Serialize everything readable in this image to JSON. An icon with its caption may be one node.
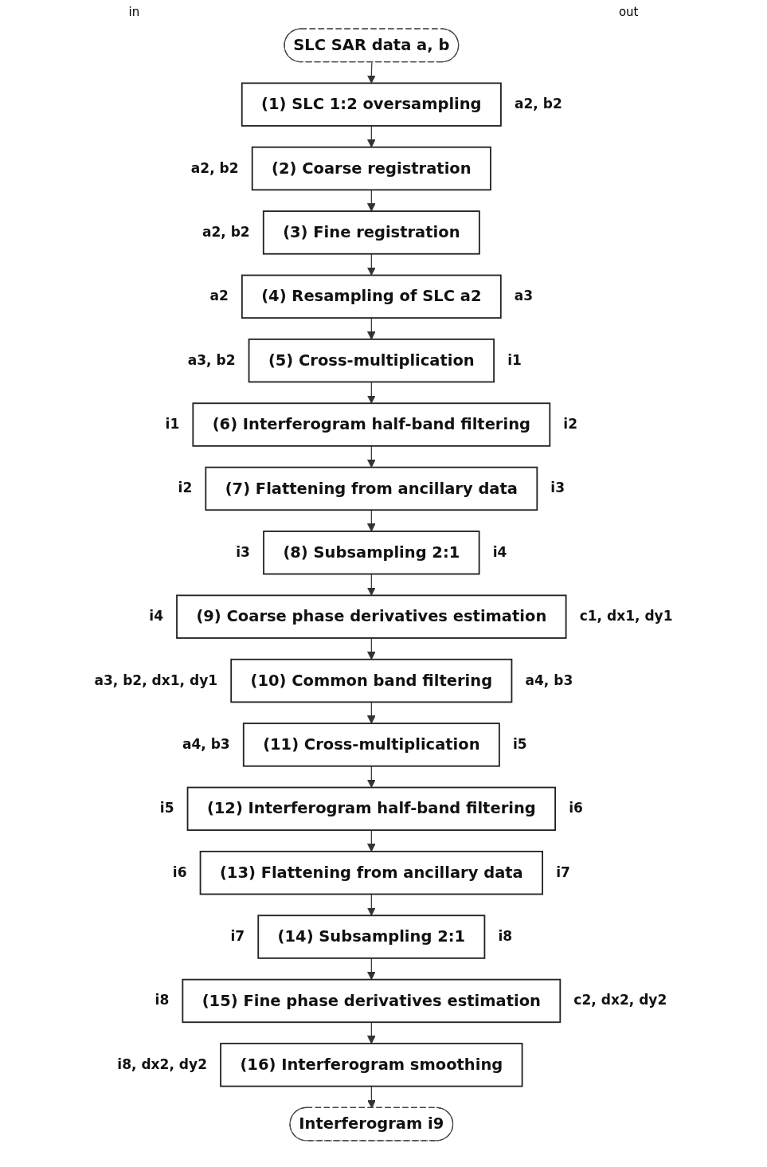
{
  "diagram": {
    "nodes": [
      {
        "text": [
          "SLC SAR data a, b"
        ]
      },
      {
        "text": [
          "(1) SLC 1:2 oversampling"
        ],
        "beside": [
          "a2, b2"
        ]
      },
      {
        "text": [
          "(2) Coarse registration"
        ],
        "beside": [
          "a2, b2"
        ]
      },
      {
        "text": [
          "(3) Fine registration"
        ],
        "beside": [
          "a2, b2"
        ]
      },
      {
        "text": [
          "(4) Resampling of SLC a2"
        ],
        "beside": [
          "a2",
          "a3"
        ]
      },
      {
        "text": [
          "(5) Cross-multiplication"
        ],
        "beside": [
          "a3, b2",
          "i1"
        ]
      },
      {
        "text": [
          "(6) Interferogram half-band filtering"
        ],
        "beside": [
          "i1",
          "i2"
        ]
      },
      {
        "text": [
          "(7) Flattening from ancillary data"
        ],
        "beside": [
          "i2",
          "i3"
        ]
      },
      {
        "text": [
          "(8) Subsampling 2:1"
        ],
        "beside": [
          "i3",
          "i4"
        ]
      },
      {
        "text": [
          "(9) Coarse phase derivatives estimation"
        ],
        "beside": [
          "i4",
          "c1, dx1, dy1"
        ]
      },
      {
        "text": [
          "(10) Common band filtering"
        ],
        "beside": [
          "a3, b2, dx1, dy1",
          "a4, b3"
        ]
      },
      {
        "text": [
          "(11) Cross-multiplication"
        ],
        "beside": [
          "a4, b3",
          "i5"
        ]
      },
      {
        "text": [
          "(12) Interferogram half-band filtering"
        ],
        "beside": [
          "i5",
          "i6"
        ]
      },
      {
        "text": [
          "(13) Flattening from ancillary data"
        ],
        "beside": [
          "i6",
          "i7"
        ]
      },
      {
        "text": [
          "(14) Subsampling 2:1"
        ],
        "beside": [
          "i7",
          "i8"
        ]
      },
      {
        "text": [
          "(15) Fine phase derivatives estimation"
        ],
        "beside": [
          "i8",
          "c2, dx2, dy2"
        ]
      },
      {
        "text": [
          "(16) Interferogram smoothing"
        ],
        "beside": [
          "i8, dx2, dy2"
        ]
      },
      {
        "text": [
          "Interferogram i9"
        ]
      }
    ],
    "edges": [
      {
        "from": 0,
        "to": 1,
        "arrow": "to"
      },
      {
        "from": 1,
        "to": 2,
        "arrow": "to"
      },
      {
        "from": 2,
        "to": 3,
        "arrow": "to"
      },
      {
        "from": 3,
        "to": 4,
        "arrow": "to"
      },
      {
        "from": 4,
        "to": 5,
        "arrow": "to"
      },
      {
        "from": 5,
        "to": 6,
        "arrow": "to"
      },
      {
        "from": 6,
        "to": 7,
        "arrow": "to"
      },
      {
        "from": 7,
        "to": 8,
        "arrow": "to"
      },
      {
        "from": 8,
        "to": 9,
        "arrow": "to"
      },
      {
        "from": 9,
        "to": 10,
        "arrow": "to"
      },
      {
        "from": 10,
        "to": 11,
        "arrow": "to"
      },
      {
        "from": 11,
        "to": 12,
        "arrow": "to"
      },
      {
        "from": 12,
        "to": 13,
        "arrow": "to"
      },
      {
        "from": 13,
        "to": 14,
        "arrow": "to"
      },
      {
        "from": 14,
        "to": 15,
        "arrow": "to"
      },
      {
        "from": 15,
        "to": 16,
        "arrow": "to"
      },
      {
        "from": 16,
        "to": 17,
        "arrow": "to"
      }
    ],
    "labels": [
      "in",
      "out"
    ]
  }
}
